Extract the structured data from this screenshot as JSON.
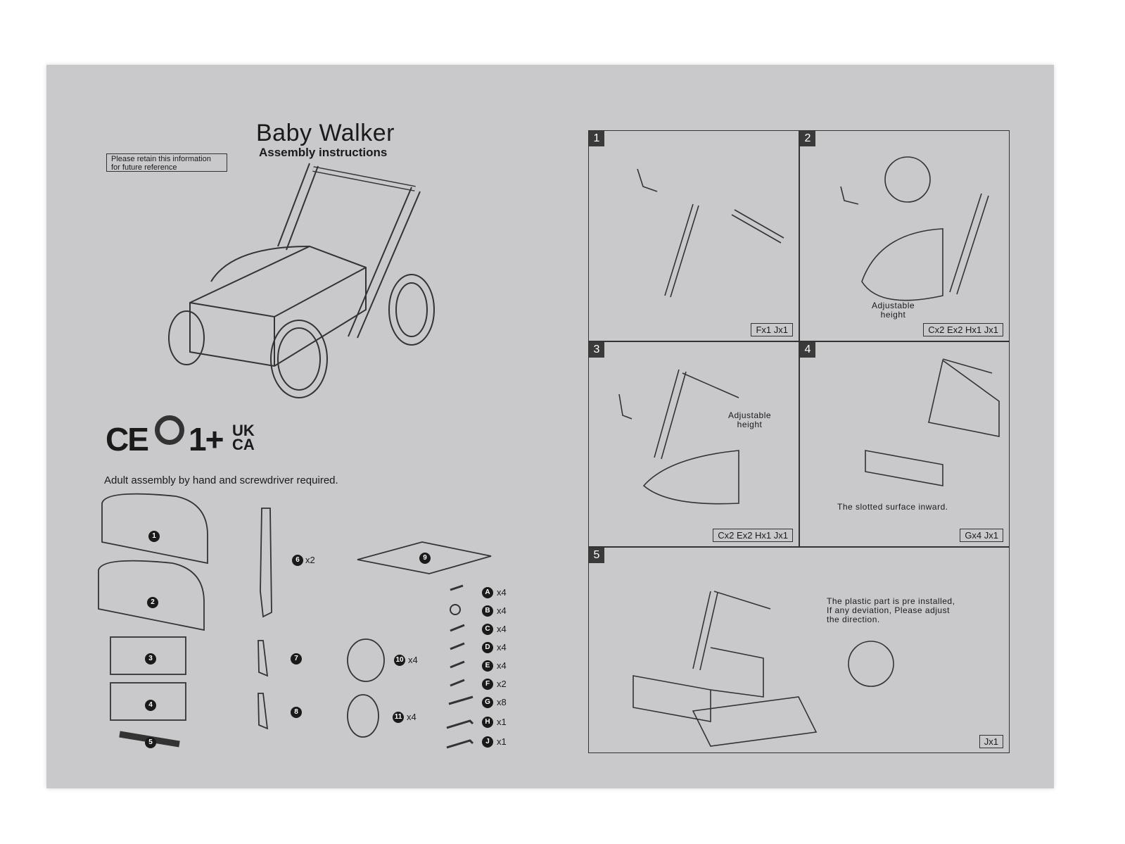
{
  "title": "Baby Walker",
  "subtitle": "Assembly instructions",
  "retain_note": [
    "Please retain this information",
    "for future reference"
  ],
  "certification": {
    "marks": "CE",
    "age": "1+",
    "ukca": [
      "UK",
      "CA"
    ]
  },
  "adult_note": "Adult assembly by hand and screwdriver required.",
  "parts": [
    {
      "id": "1"
    },
    {
      "id": "2"
    },
    {
      "id": "3"
    },
    {
      "id": "4"
    },
    {
      "id": "5"
    },
    {
      "id": "6",
      "qty": "x2"
    },
    {
      "id": "7"
    },
    {
      "id": "8"
    },
    {
      "id": "9"
    },
    {
      "id": "10",
      "qty": "x4"
    },
    {
      "id": "11",
      "qty": "x4"
    }
  ],
  "hardware": [
    {
      "id": "A",
      "qty": "x4"
    },
    {
      "id": "B",
      "qty": "x4"
    },
    {
      "id": "C",
      "qty": "x4"
    },
    {
      "id": "D",
      "qty": "x4"
    },
    {
      "id": "E",
      "qty": "x4"
    },
    {
      "id": "F",
      "qty": "x2"
    },
    {
      "id": "G",
      "qty": "x8"
    },
    {
      "id": "H",
      "qty": "x1"
    },
    {
      "id": "J",
      "qty": "x1"
    }
  ],
  "steps": [
    {
      "num": "1",
      "qty": "Fx1 Jx1"
    },
    {
      "num": "2",
      "qty": "Cx2 Ex2 Hx1 Jx1",
      "note": [
        "Adjustable",
        "height"
      ]
    },
    {
      "num": "3",
      "qty": "Cx2 Ex2 Hx1 Jx1",
      "note": [
        "Adjustable",
        "height"
      ]
    },
    {
      "num": "4",
      "qty": "Gx4  Jx1",
      "note": [
        "The slotted surface inward."
      ]
    },
    {
      "num": "5",
      "qty": "Jx1",
      "note": [
        "The plastic part is pre installed,",
        "If any deviation, Please adjust",
        "the direction."
      ]
    }
  ]
}
